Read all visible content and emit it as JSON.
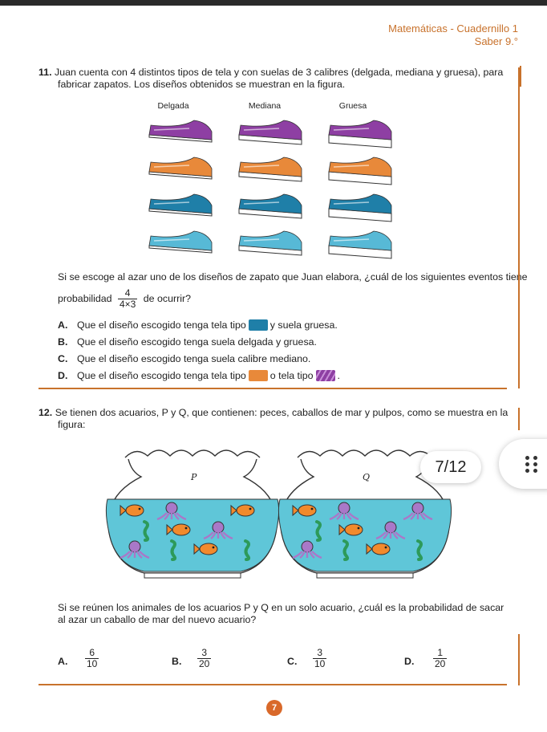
{
  "header": {
    "subject": "Matemáticas - Cuadernillo 1",
    "grade": "Saber 9.°"
  },
  "q11": {
    "number": "11.",
    "stem_line1": "Juan cuenta con 4 distintos tipos de tela y con suelas de 3 calibres (delgada, mediana y gruesa), para",
    "stem_line2": "fabricar zapatos. Los diseños obtenidos se muestran en la figura.",
    "columns": [
      "Delgada",
      "Mediana",
      "Gruesa"
    ],
    "fabric_colors": [
      "#8e3fa3",
      "#e8893a",
      "#1f7fa8",
      "#57b9d6"
    ],
    "question_line1": "Si se escoge al azar uno de los diseños de zapato que Juan elabora, ¿cuál de los siguientes eventos tiene",
    "question_prefix": "probabilidad",
    "frac_num": "4",
    "frac_den": "4×3",
    "question_suffix": "de ocurrir?",
    "options": {
      "A": {
        "letter": "A.",
        "pre": "Que el diseño escogido tenga tela tipo",
        "post": "y suela gruesa."
      },
      "B": {
        "letter": "B.",
        "text": "Que el diseño escogido tenga suela delgada y gruesa."
      },
      "C": {
        "letter": "C.",
        "text": "Que el diseño escogido tenga suela calibre mediano."
      },
      "D": {
        "letter": "D.",
        "pre": "Que el diseño escogido tenga tela tipo",
        "mid": "o tela tipo",
        "post": "."
      }
    }
  },
  "q12": {
    "number": "12.",
    "stem_line1": "Se tienen dos acuarios, P y Q, que contienen: peces, caballos de mar y pulpos, como se muestra en la",
    "stem_line2": "figura:",
    "tank_p_label": "P",
    "tank_q_label": "Q",
    "tank_p": {
      "fish": 4,
      "seahorse": 3,
      "octopus": 3
    },
    "tank_q": {
      "fish": 3,
      "seahorse": 3,
      "octopus": 4
    },
    "question_line1": "Si se reúnen los animales de los acuarios P y Q en un solo acuario, ¿cuál es la probabilidad de sacar",
    "question_line2": "al azar un caballo de mar del nuevo acuario?",
    "answers": [
      {
        "letter": "A.",
        "num": "6",
        "den": "10"
      },
      {
        "letter": "B.",
        "num": "3",
        "den": "20"
      },
      {
        "letter": "C.",
        "num": "3",
        "den": "10"
      },
      {
        "letter": "D.",
        "num": "1",
        "den": "20"
      }
    ]
  },
  "overlay": {
    "page_indicator": "7/12"
  },
  "footer": {
    "page_number": "7"
  },
  "colors": {
    "accent": "#c8722c",
    "water": "#5fc6d8"
  }
}
